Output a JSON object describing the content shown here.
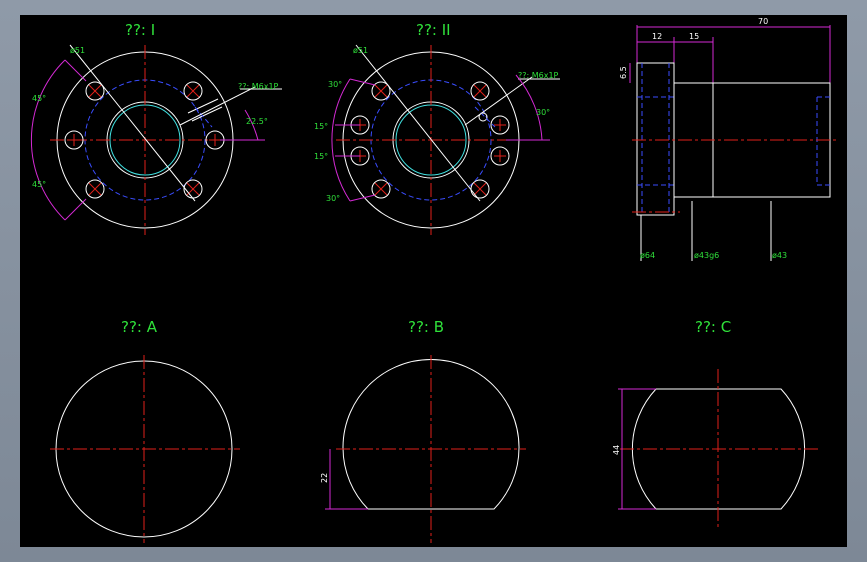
{
  "titles": {
    "view1": "??: I",
    "view2": "??: II",
    "viewA": "??: A",
    "viewB": "??: B",
    "viewC": "??: C"
  },
  "view1": {
    "dia": "ø51",
    "thread": "??: M6x1P",
    "angle_top": "45°",
    "angle_bottom": "45°",
    "angle_right": "22.5°"
  },
  "view2": {
    "dia": "ø51",
    "thread": "??: M6x1P",
    "angle_a": "30°",
    "angle_b": "15°",
    "angle_c": "15°",
    "angle_d": "30°",
    "angle_right": "30°"
  },
  "side": {
    "overall": "70",
    "seg1": "12",
    "seg2": "15",
    "height_small": "6.5",
    "dia_flange": "ø64",
    "dia_shaft1": "ø43g6",
    "dia_shaft2": "ø43"
  },
  "viewB": {
    "dim": "22"
  },
  "viewC": {
    "dim": "44"
  },
  "colors": {
    "background": "#000000",
    "outline": "#ffffff",
    "center": "#e0201a",
    "hidden": "#3a4dff",
    "dimension": "#d42ad4",
    "text": "#2fe03a"
  }
}
